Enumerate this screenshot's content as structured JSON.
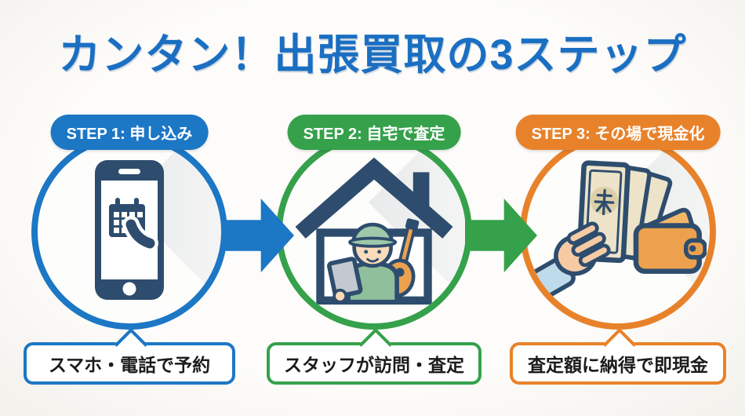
{
  "title": "カンタン！出張買取の3ステップ",
  "colors": {
    "title": "#1b6fc2",
    "background": "#faf9f5",
    "icon_navy": "#2e4d6e",
    "caption_text": "#1b1b1b"
  },
  "steps": [
    {
      "badge": "STEP 1: 申し込み",
      "caption": "スマホ・電話で予約",
      "color": "#1c77c5",
      "icon": "smartphone-calendar-phone-icon"
    },
    {
      "badge": "STEP 2: 自宅で査定",
      "caption": "スタッフが訪問・査定",
      "color": "#35a14b",
      "icon": "house-staff-guitar-icon"
    },
    {
      "badge": "STEP 3: その場で現金化",
      "caption": "査定額に納得で即現金",
      "color": "#e8822a",
      "icon": "hand-cash-wallet-icon"
    }
  ],
  "arrows": [
    {
      "from": 1,
      "to": 2,
      "color": "#1c77c5",
      "icon": "right-arrow-icon"
    },
    {
      "from": 2,
      "to": 3,
      "color": "#35a14b",
      "icon": "right-arrow-icon"
    }
  ]
}
